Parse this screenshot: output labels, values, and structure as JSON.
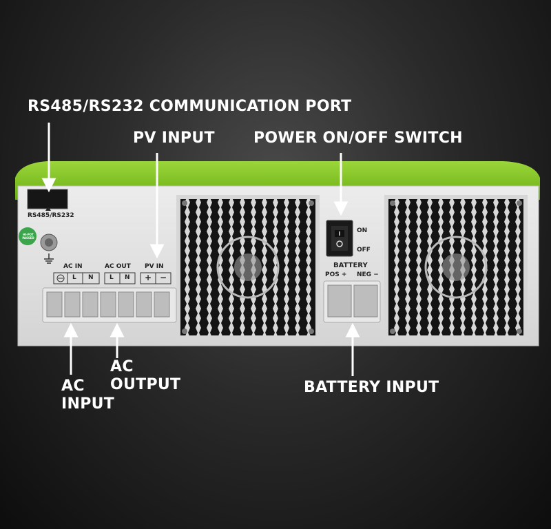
{
  "callouts": {
    "rs485_port": "RS485/RS232 COMMUNICATION PORT",
    "pv_input": "PV INPUT",
    "power_switch": "POWER ON/OFF SWITCH",
    "ac_input_line1": "AC",
    "ac_input_line2": "INPUT",
    "ac_output_line1": "AC",
    "ac_output_line2": "OUTPUT",
    "battery_input": "BATTERY INPUT"
  },
  "panel_labels": {
    "rs485": "RS485/RS232",
    "ac_in": "AC IN",
    "ac_out": "AC OUT",
    "pv_in": "PV IN",
    "terminal_l": "L",
    "terminal_n": "N",
    "terminal_plus": "+",
    "terminal_minus": "−",
    "switch_on": "ON",
    "switch_off": "OFF",
    "battery": "BATTERY",
    "pos": "POS +",
    "neg": "NEG −",
    "sticker": "HI-POT PASSED"
  },
  "colors": {
    "housing_green": "#7ec31f",
    "panel_gray": "#e4e4e4",
    "text_white": "#ffffff"
  }
}
